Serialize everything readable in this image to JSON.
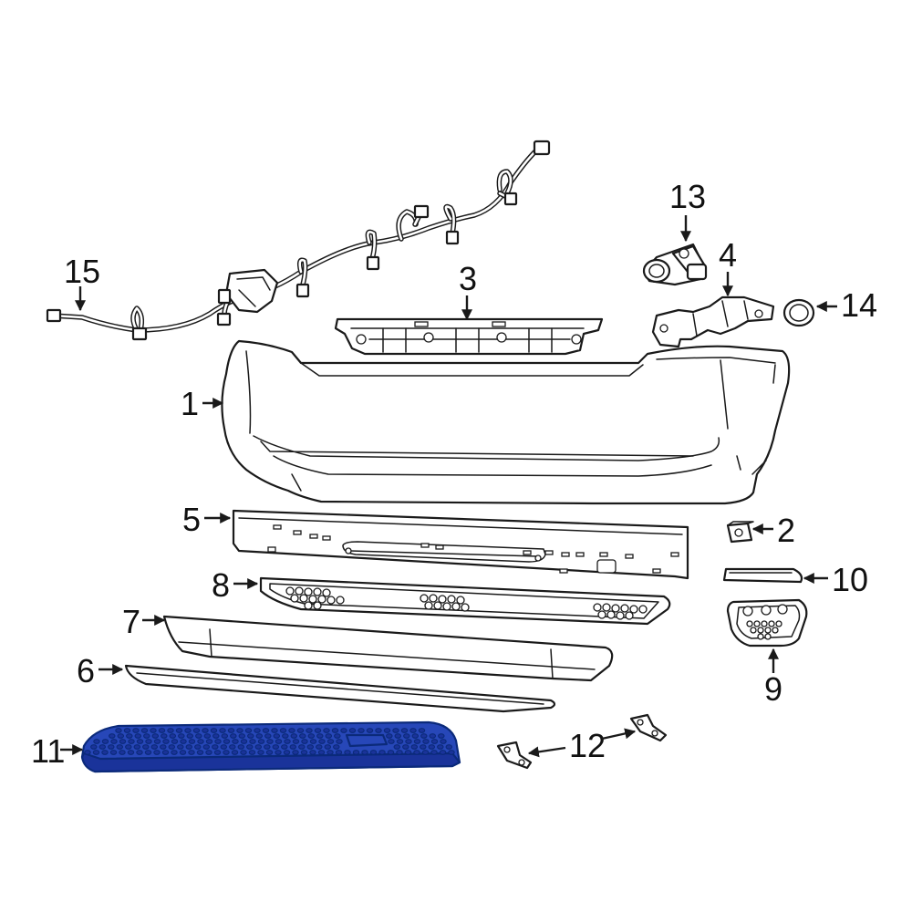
{
  "colors": {
    "line": "#1a1a1a",
    "highlight": "#2747b8",
    "highlight_dark": "#1a339a",
    "background": "#ffffff"
  },
  "callouts": [
    {
      "id": "1",
      "label": "1"
    },
    {
      "id": "2",
      "label": "2"
    },
    {
      "id": "3",
      "label": "3"
    },
    {
      "id": "4",
      "label": "4"
    },
    {
      "id": "5",
      "label": "5"
    },
    {
      "id": "6",
      "label": "6"
    },
    {
      "id": "7",
      "label": "7"
    },
    {
      "id": "8",
      "label": "8"
    },
    {
      "id": "9",
      "label": "9"
    },
    {
      "id": "10",
      "label": "10"
    },
    {
      "id": "11",
      "label": "11"
    },
    {
      "id": "12",
      "label": "12"
    },
    {
      "id": "13",
      "label": "13"
    },
    {
      "id": "14",
      "label": "14"
    },
    {
      "id": "15",
      "label": "15"
    }
  ],
  "highlighted_part": "11"
}
